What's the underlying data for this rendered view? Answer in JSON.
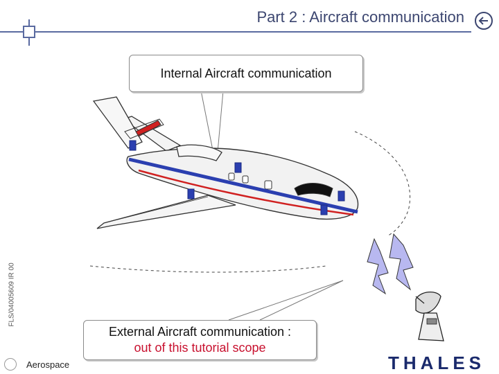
{
  "header": {
    "title": "Part 2 : Aircraft communication",
    "nav_icon": "back-arrow-circle-icon"
  },
  "callouts": {
    "internal": "Internal Aircraft communication",
    "external_line1": "External Aircraft communication :",
    "external_line2": "out of this tutorial scope"
  },
  "footer": {
    "doc_code": "FLS/04005609 IR 00",
    "division": "Aerospace",
    "logo_text": "THALES"
  },
  "colors": {
    "title": "#3c4670",
    "bus_line": "#2b3fb0",
    "stripe": "#d02020",
    "scope_text": "#c8102e",
    "lightning": "#b8b8f0"
  }
}
